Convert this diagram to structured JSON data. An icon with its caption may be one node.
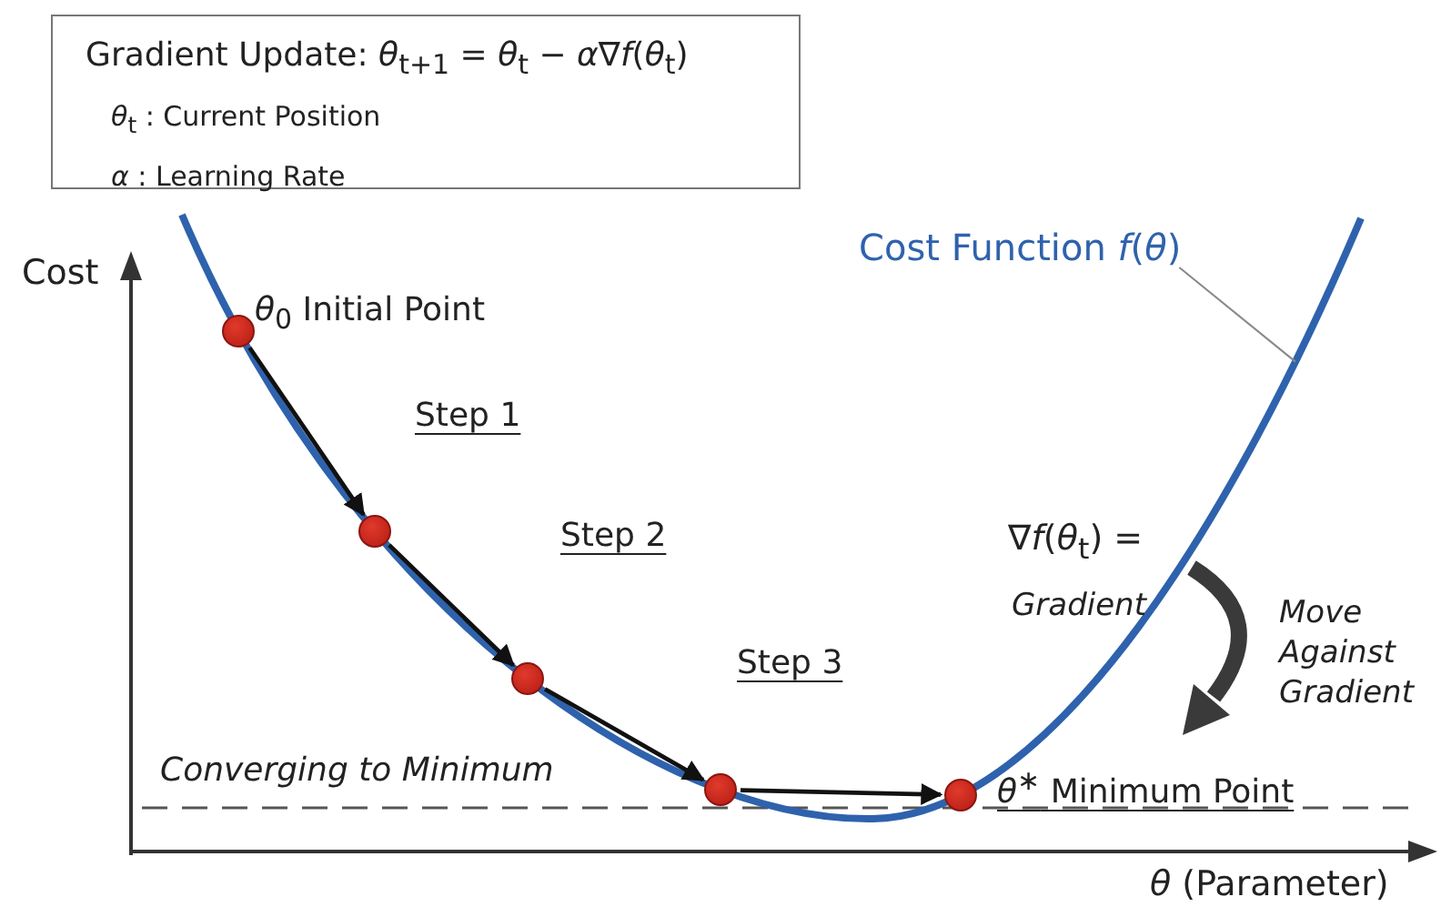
{
  "diagram": {
    "nodes": [
      {
        "text": [
          "Gradient Update: *θ*$_{t+1}$ = *θ*$_{t}$ − *α*∇*f*(*θ*$_{t}$)",
          "*θ*$_{t}$ : Current Position",
          "*α* : Learning Rate"
        ]
      },
      {
        "text": [],
        "shape": "circle",
        "beside": [
          "*θ*$_{0}$ Initial Point"
        ]
      },
      {
        "text": [],
        "shape": "circle",
        "beside": [
          "Step 1"
        ]
      },
      {
        "text": [],
        "shape": "circle",
        "beside": [
          "Step 2"
        ]
      },
      {
        "text": [],
        "shape": "circle",
        "beside": [
          "Step 3"
        ]
      },
      {
        "text": [],
        "shape": "circle",
        "beside": [
          "*θ*$^{∗}$ Minimum Point"
        ]
      },
      {
        "text": [
          "Cost Function *f*(*θ*)"
        ]
      }
    ],
    "edges": [
      {
        "from": 1,
        "to": 2,
        "arrow": "to"
      },
      {
        "from": 2,
        "to": 3,
        "arrow": "to"
      },
      {
        "from": 3,
        "to": 4,
        "arrow": "to"
      },
      {
        "from": 4,
        "to": 5,
        "arrow": "to"
      },
      {
        "from": 6,
        "to": null,
        "arrow": "none",
        "color": "#888888"
      }
    ],
    "labels": [
      "Cost",
      "∇*f*(*θ*$_{t}$) =",
      "Gradient",
      "Move Against Gradient",
      "Converging to Minimum",
      "*θ* (Parameter)"
    ]
  }
}
